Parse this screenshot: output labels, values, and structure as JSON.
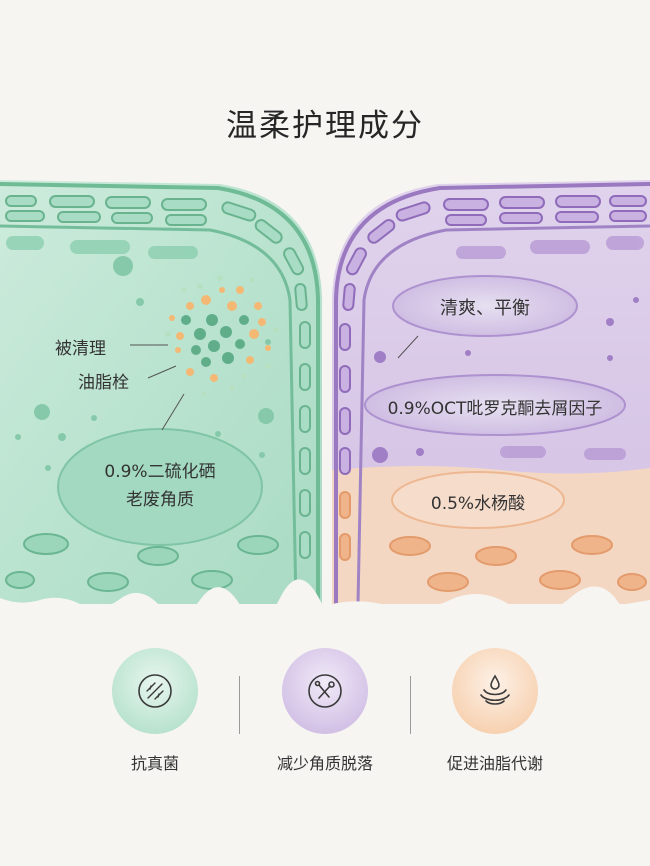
{
  "title": "温柔护理成分",
  "left_panel": {
    "label_cleaned": "被清理",
    "label_plug": "油脂栓",
    "ingredient_line1": "0.9%二硫化硒",
    "ingredient_line2": "老废角质"
  },
  "right_panel": {
    "effect": "清爽、平衡",
    "ingredient_oct": "0.9%OCT吡罗克酮去屑因子",
    "ingredient_sa": "0.5%水杨酸"
  },
  "features": [
    {
      "label": "抗真菌",
      "icon": "antifungal-icon",
      "color": "#9fd8bd"
    },
    {
      "label": "减少角质脱落",
      "icon": "flake-reduction-icon",
      "color": "#c9b3e0"
    },
    {
      "label": "促进油脂代谢",
      "icon": "oil-metabolism-icon",
      "color": "#f6c8a2"
    }
  ],
  "colors": {
    "green": "#7fc4a4",
    "purple": "#8e6bb5",
    "orange": "#f0b48b",
    "background": "#f6f5f2"
  }
}
